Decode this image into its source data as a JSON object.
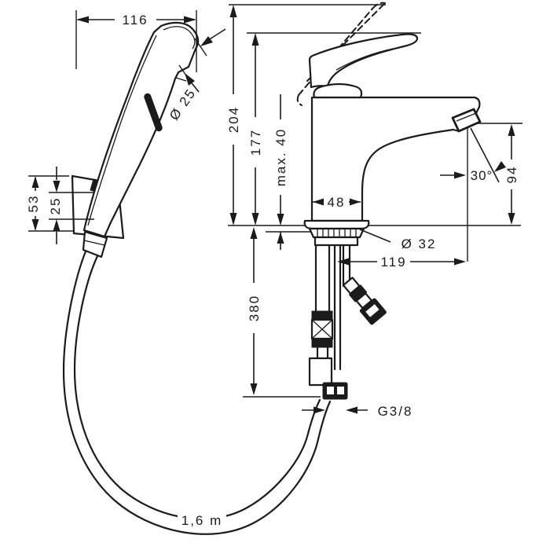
{
  "drawing": {
    "title": "faucet-with-handshower-dimension-drawing",
    "colors": {
      "line": "#1b1b1b",
      "background": "#ffffff"
    },
    "labels": {
      "d116": "116",
      "d204": "204",
      "d177": "177",
      "dmax40": "max. 40",
      "dO25": "Ø 25",
      "d53": "53",
      "d25": "25",
      "d48": "48",
      "d30": "30°",
      "d94": "94",
      "dO32": "Ø 32",
      "d119": "119",
      "d380": "380",
      "dG38": "G3/8",
      "dhose": "1,6 m"
    }
  }
}
